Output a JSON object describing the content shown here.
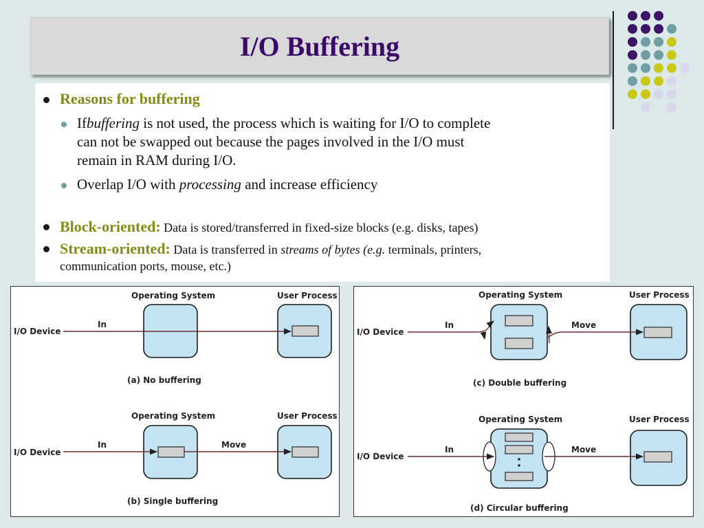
{
  "slide": {
    "title": "I/O Buffering",
    "bullets": {
      "reasons_heading": "Reasons for buffering",
      "sub1_prefix": "If ",
      "sub1_italic": "buffering",
      "sub1_line1_rest": " is not used, the process which is waiting for I/O to complete",
      "sub1_line2": "can not be swapped out because the pages involved in the I/O must",
      "sub1_line3": "remain in RAM during I/O.",
      "sub2_prefix": "Overlap I/O with ",
      "sub2_italic": "processing",
      "sub2_suffix": " and increase efficiency",
      "block_heading": "Block-oriented:",
      "block_text": " Data is stored/transferred in fixed-size blocks (e.g. disks, tapes)",
      "stream_heading": "Stream-oriented:",
      "stream_text_prefix": " Data is transferred in ",
      "stream_italic": "streams of bytes (e.g.",
      "stream_text_suffix": " terminals, printers,",
      "stream_line2": "communication ports, mouse, etc.)"
    }
  },
  "diagrams": {
    "os_label": "Operating System",
    "user_label": "User Process",
    "device_label": "I/O Device",
    "in_label": "In",
    "move_label": "Move",
    "caption_a": "(a) No buffering",
    "caption_b": "(b) Single buffering",
    "caption_c": "(c) Double buffering",
    "caption_d": "(d) Circular buffering"
  },
  "colors": {
    "title": "#3b0a68",
    "heading": "#828c15",
    "dot_purple": "#3e1566",
    "dot_teal": "#6f9fa2",
    "dot_yellow": "#c9c816",
    "dot_lavender": "#d9d6eb",
    "box_fill": "#c4e3f2",
    "buffer_fill": "#d0d0d0",
    "arrow": "#6b2c2c"
  }
}
